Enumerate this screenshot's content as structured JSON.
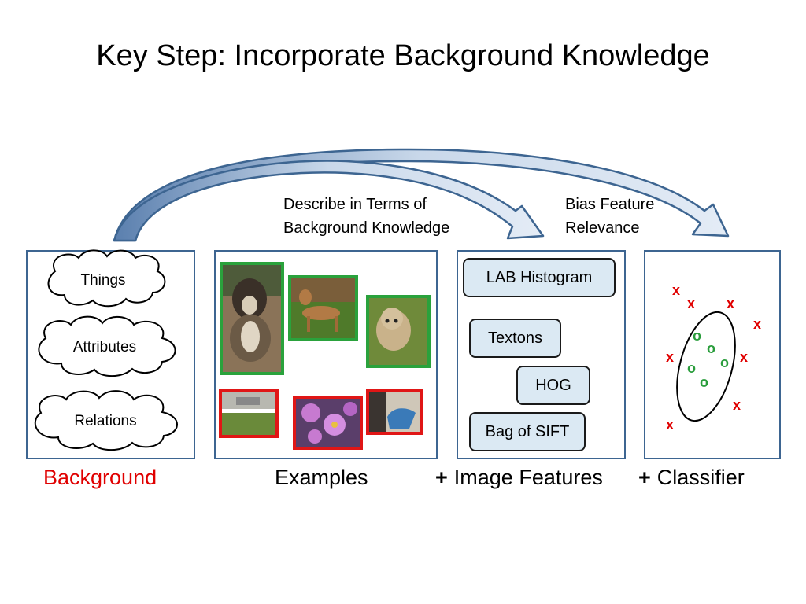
{
  "title": "Key Step: Incorporate Background Knowledge",
  "arrow_labels": {
    "describe": [
      "Describe in Terms of",
      "Background Knowledge"
    ],
    "bias": [
      "Bias Feature",
      "Relevance"
    ]
  },
  "background_panel": {
    "items": [
      "Things",
      "Attributes",
      "Relations"
    ]
  },
  "examples_panel": {
    "positive_images": [
      "dog photo",
      "dog photo",
      "dog photo"
    ],
    "negative_images": [
      "street photo",
      "flower photo",
      "object photo"
    ],
    "colors": {
      "positive": "#2aa23c",
      "negative": "#e01616"
    }
  },
  "features_panel": {
    "items": [
      "LAB Histogram",
      "Textons",
      "HOG",
      "Bag of SIFT"
    ]
  },
  "classifier_panel": {
    "marks": {
      "negative": "x",
      "positive": "o"
    },
    "colors": {
      "negative": "#e00000",
      "positive": "#2a9d3c"
    }
  },
  "captions": {
    "background": "Background",
    "examples": "Examples",
    "features_plus": "+",
    "features": "Image Features",
    "classifier_plus": "+",
    "classifier": "Classifier"
  },
  "colors": {
    "panel_border": "#3d6591",
    "arrow_fill": "#c6d5e8",
    "arrow_stroke": "#3d6591",
    "feature_box_fill": "#dbe9f3",
    "caption_highlight": "#e00000"
  }
}
